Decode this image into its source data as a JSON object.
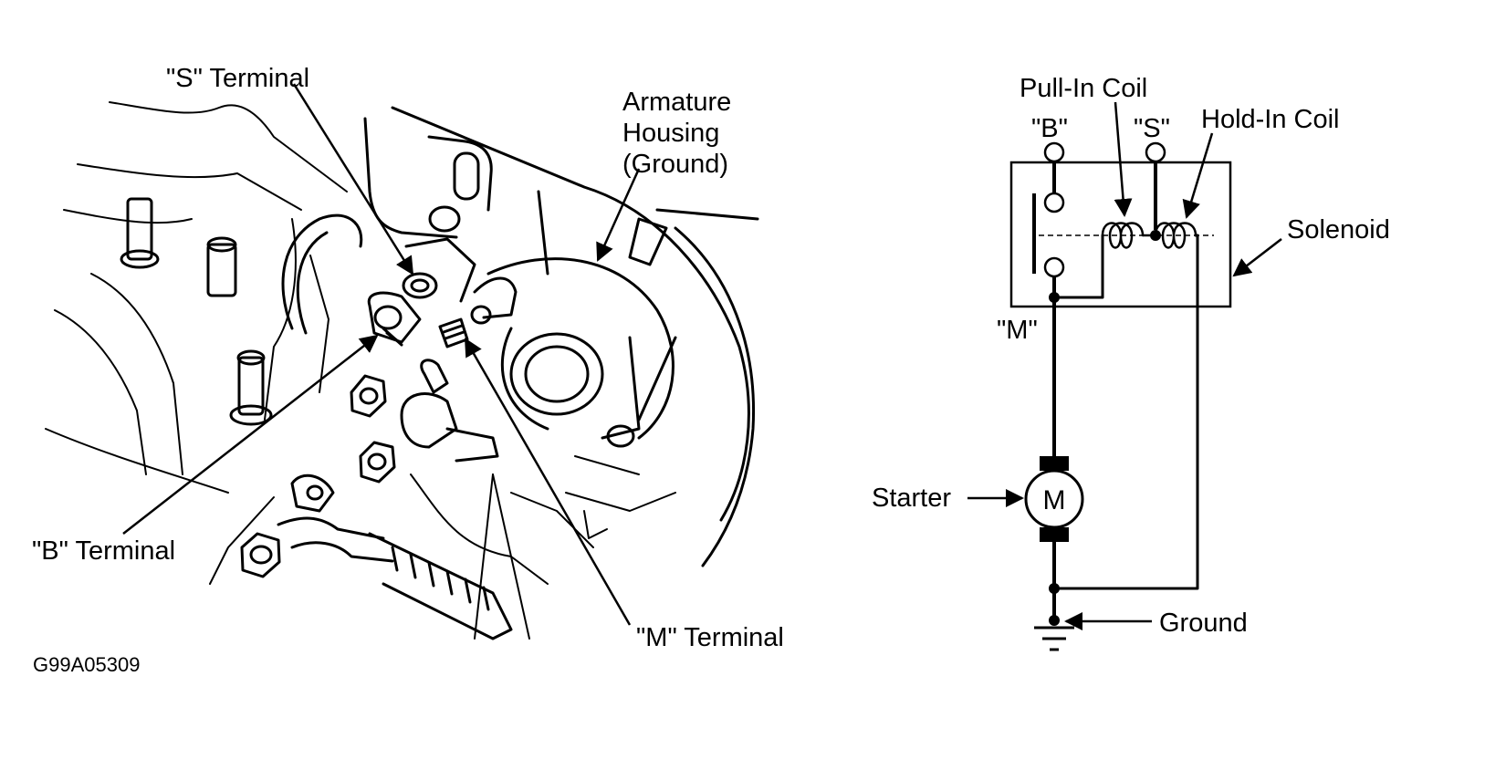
{
  "labels": {
    "s_terminal": "\"S\" Terminal",
    "b_terminal": "\"B\" Terminal",
    "m_terminal": "\"M\" Terminal",
    "armature_line1": "Armature",
    "armature_line2": "Housing",
    "armature_line3": "(Ground)",
    "figure_code": "G99A05309"
  },
  "schematic": {
    "pull_in_coil": "Pull-In Coil",
    "hold_in_coil": "Hold-In Coil",
    "b": "\"B\"",
    "s": "\"S\"",
    "m": "\"M\"",
    "solenoid": "Solenoid",
    "starter": "Starter",
    "motor_symbol": "M",
    "ground": "Ground"
  }
}
